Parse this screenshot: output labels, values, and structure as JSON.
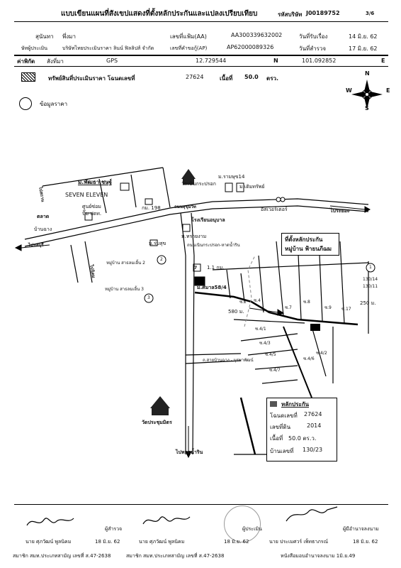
{
  "header": {
    "title": "แบบเขียนแผนที่สังเขปแสดงที่ตั้งหลักประกันและแปลงเปรียบเทียบ",
    "company_code_label": "รหัสบริษัท",
    "company_code": "J00189752",
    "page": "3/6",
    "client_label": "สุนันทา",
    "client_name": "พึ่งมา",
    "file_no_label": "เลขที่แฟ้ม(AA)",
    "file_no": "AA300339632002",
    "received_label": "วันที่รับเรื่อง",
    "received_date": "14 มิ.ย. 62",
    "appraiser_label": "ษัทผู้ประเมิน",
    "appraiser": "บริษัทไทยประเมินราคา ลินน์ ฟิลลิปส์ จำกัด",
    "request_no_label": "เลขที่คำขอกู้(AP)",
    "request_no": "AP62000089326",
    "survey_label": "วันที่สำรวจ",
    "survey_date": "17 มิ.ย. 62",
    "coords_label": "ค่าพิกัด",
    "coords_owner": "สังที่มา",
    "gps_label": "GPS",
    "lat": "12.729544",
    "n_label": "N",
    "lon": "101.092852",
    "e_label": "E",
    "property_label": "ทรัพย์สินที่ประเมินราคา โฉนดเลขที่",
    "deed_no": "27624",
    "area_label": "เนื้อที่",
    "area": "50.0",
    "area_unit": "ตรว.",
    "price_data_label": "ข้อมูลราคา"
  },
  "compass": {
    "n": "N",
    "s": "S",
    "e": "E",
    "w": "W"
  },
  "map": {
    "labels": {
      "phutthachat": "ม.พัฒธาเชษฐ์",
      "seven": "SEVEN ELEVEN",
      "health": "ศูนย์ซ่อม",
      "gas": "ปั๊ม ปตท.",
      "market1": "ตลาด",
      "market2": "บ้านฉาง",
      "temple": "วัดเนินกระปรอก",
      "village14": "ม.รามษุข14",
      "village_tem": "ม.เติมทรัพย์",
      "easywater": "อีสเวอร์เตอร์",
      "km198": "กม. 198",
      "school": "โรงเรียนอนุบาล",
      "sukhumvit": "ถนนสุขุมวิท",
      "village_sai": "ม.ทรายงาม",
      "village_rom": "ม.ร่มสุข",
      "road_name": "ถนนเนินกระปรอก-หาดน้ำริน",
      "v_sakolmoen2": "หมู่บ้าน สาธลมเอิ้น 2",
      "v_sakolmoen3": "หมู่บ้าน สาธลมเอิ้น 3",
      "dist1": "1.1 กม.",
      "village58": "ม.ศิมาล58/4",
      "dist580": "580 ม.",
      "dist250": "250 ม.",
      "road_bottom": "ถ.สายบ้านฉาง - บุรพาพัฒน์",
      "temple2": "วัดประชุมมิตร",
      "to_beach": "ไปหาดน้ำริน",
      "to_rayong": "ไประยอง",
      "to_chonburi": "ไปชลบุรี",
      "to_market": "ไปสถาน",
      "to_main": "ไปนิคม",
      "target1": "ที่ตั้งหลักประกัน",
      "target2": "หมู่บ้าน ฟ้ายนภีฌม",
      "soi4": "ซ.4",
      "soi7": "ซ.7",
      "soi8": "ซ.8",
      "soi9": "ซ.9",
      "soi2": "ซ.2",
      "soi17": "ซ.17",
      "soi4_3": "ซ.4/3",
      "soi4_5": "ซ.4/5",
      "soi4_6": "ซ.4/6",
      "soi4_7": "ซ.4/7",
      "soi4_2": "ซ.4/2",
      "soi4_1": "ซ.4/1",
      "n1": "1",
      "n2": "2",
      "n3": "3",
      "n7": "7",
      "mark1": "130/14",
      "mark2": "130/11"
    }
  },
  "legend": {
    "title": "หลักประกัน",
    "deed_label": "โฉนดเลขที่",
    "deed": "27624",
    "land_no_label": "เลขที่ดิน",
    "land_no": "2014",
    "area_label": "เนื้อที่",
    "area": "50.0 ตร.ว.",
    "house_label": "บ้านเลขที่",
    "house": "130/23"
  },
  "footer": {
    "surveyor_role": "ผู้สำรวจ",
    "surveyor_name": "นาย ศุภวัฒน์ พูลนิคม",
    "surveyor_date": "18 มิ.ย. 62",
    "appraiser_role": "ผู้ประเมิน",
    "appraiser_name": "นาย ศุภวัฒน์ พูลนิคม",
    "appraiser_date": "18 มิ.ย. 62",
    "approver_role": "ผู้มีอำนาจลงนาม",
    "approver_name": "นาย ประเมศวร์ เพ็ทธาภรณ์",
    "approver_date": "18 มิ.ย. 62",
    "member1": "สมาชิก สมท.ประเภทสามัญ เลขที่ ส.47-2638",
    "member2": "สมาชิก สมท.ประเภทสามัญ เลขที่ ส.47-2638",
    "authority": "หนังสือมอบอำนาจลงนาม 1มิ.ย.49"
  }
}
